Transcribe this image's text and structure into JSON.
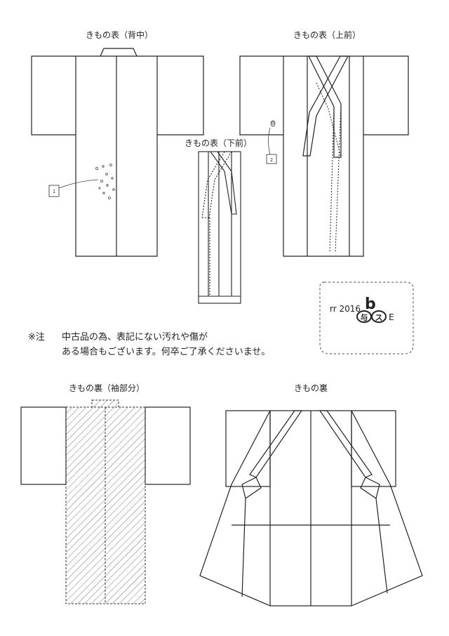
{
  "diagrams": {
    "back": {
      "title": "きもの表（背中）"
    },
    "front_upper": {
      "title": "きもの表（上前）"
    },
    "front_lower": {
      "title": "きもの表（下前）"
    },
    "sleeve_lining": {
      "title": "きもの裏（袖部分）"
    },
    "lining": {
      "title": "きもの裏"
    }
  },
  "markers": {
    "m1": "1",
    "m2": "2",
    "m0": "0"
  },
  "note": {
    "label": "※注",
    "line1": "中古品の為、表記にない汚れや傷が",
    "line2": "ある場合もございます。何卒ご了承くださいませ。"
  },
  "stamp": {
    "prefix": "rr 2016",
    "mark": "b",
    "char1": "与",
    "char2": "ス",
    "suffix": "E"
  }
}
